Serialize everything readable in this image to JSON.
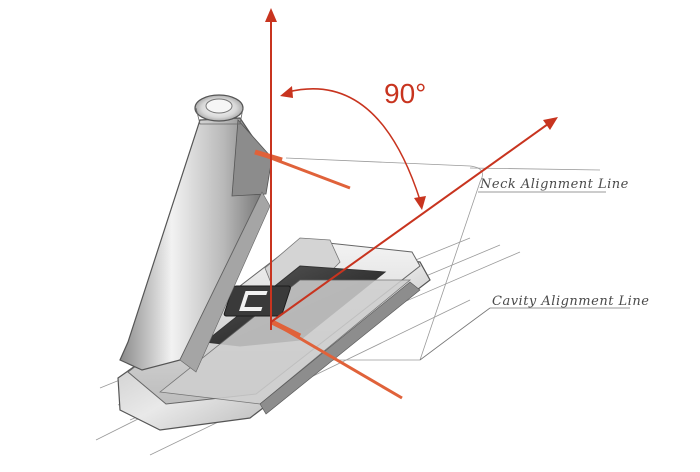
{
  "diagram": {
    "angle_label": "90°",
    "neck_line_label": "Neck Alignment Line",
    "cavity_line_label": "Cavity Alignment Line",
    "logo_mark": "C",
    "colors": {
      "accent_red": "#c8341f",
      "orange_line": "#e0623a",
      "sketch_gray": "#555555",
      "metal_light": "#e6e6e6",
      "metal_dark": "#6e6e6e"
    }
  }
}
